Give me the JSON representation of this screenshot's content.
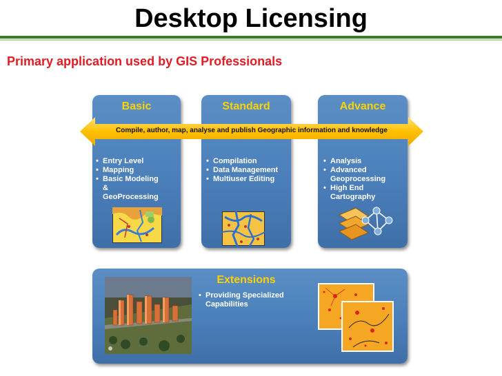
{
  "title": "Desktop Licensing",
  "subtitle": "Primary application used by GIS Professionals",
  "colors": {
    "title_rule": "#3d7d2a",
    "subtitle": "#e31b23",
    "panel_blue": "#4b7fba",
    "header_yellow": "#ffd200",
    "arrow_orange": "#ffc000",
    "map_orange": "#f5a623"
  },
  "arrow_text": "Compile, author, map, analyse and publish Geographic information and knowledge",
  "tiers": [
    {
      "title": "Basic",
      "bullets": [
        "Entry Level",
        "Mapping",
        "Basic Modeling",
        "&",
        "GeoProcessing"
      ],
      "icon": "basic-map-icon"
    },
    {
      "title": "Standard",
      "bullets": [
        "Compilation",
        "Data Management",
        "Multiuser Editing"
      ],
      "icon": "standard-map-icon"
    },
    {
      "title": "Advance",
      "bullets": [
        "Analysis",
        "Advanced",
        "Geoprocessing",
        "High End",
        "Cartography"
      ],
      "icon": "advance-network-icon"
    }
  ],
  "extensions": {
    "title": "Extensions",
    "bullets": [
      "Providing Specialized",
      "Capabilities"
    ],
    "left_image": "3d-city-icon",
    "right_image": "point-maps-icon"
  }
}
